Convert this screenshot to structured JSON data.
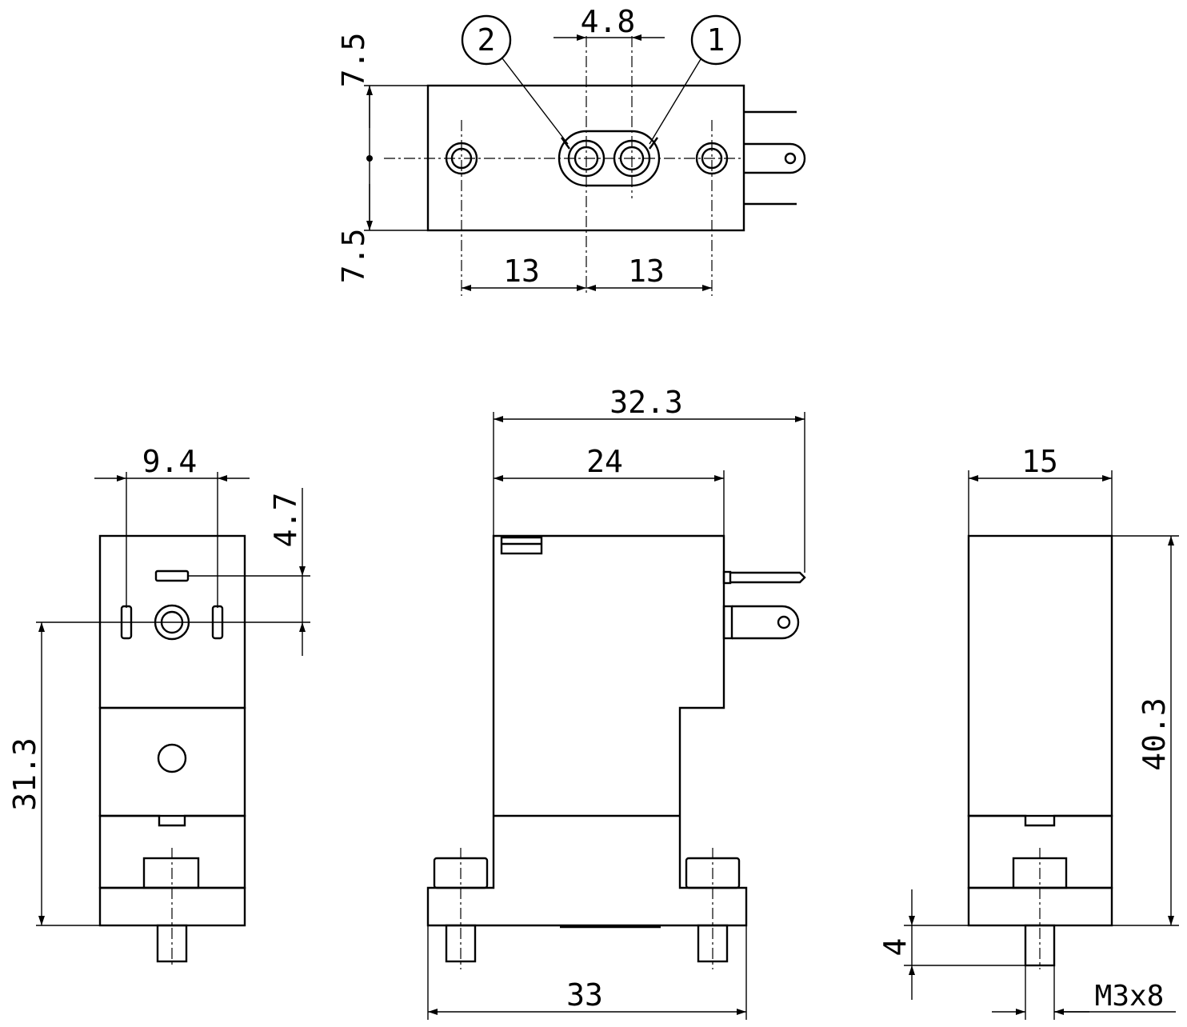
{
  "top_view": {
    "dim_top": "7.5",
    "dim_bottom": "7.5",
    "dim_port_spacing": "4.8",
    "dim_left": "13",
    "dim_right": "13",
    "port_2": "2",
    "port_1": "1"
  },
  "left_view": {
    "dim_width": "9.4",
    "dim_height": "4.7",
    "dim_total": "31.3"
  },
  "front_view": {
    "dim_overall": "32.3",
    "dim_body": "24",
    "dim_base": "33"
  },
  "right_view": {
    "dim_width": "15",
    "dim_height": "40.3",
    "dim_stud": "4",
    "thread": "M3x8"
  }
}
